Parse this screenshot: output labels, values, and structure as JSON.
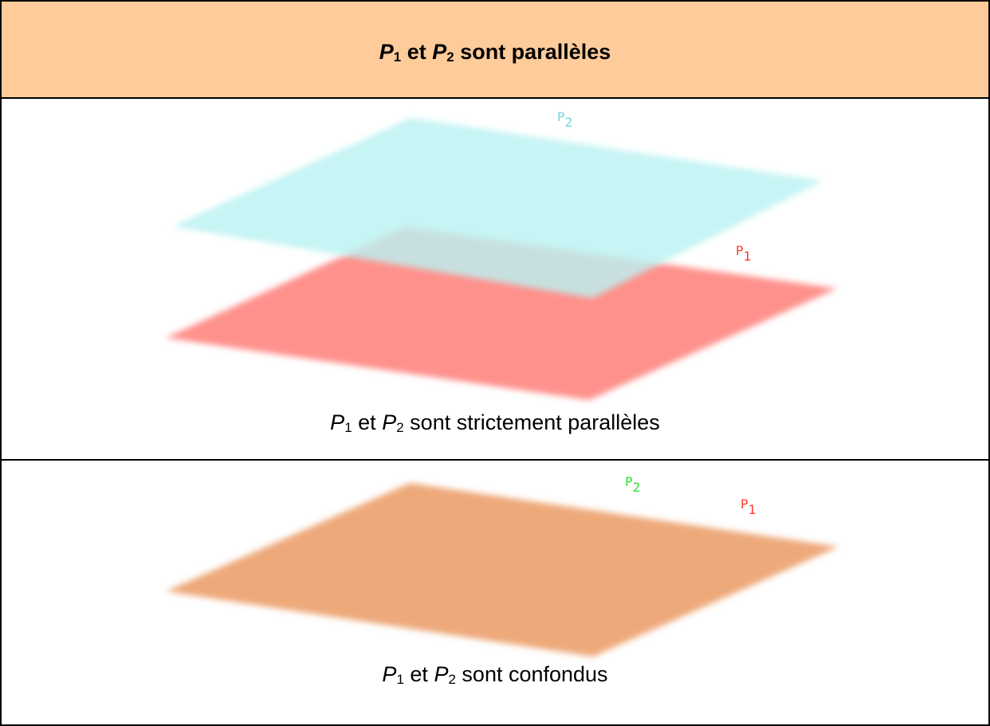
{
  "header": {
    "p1_letter": "P",
    "p1_sub": "1",
    "connector": " et ",
    "p2_letter": "P",
    "p2_sub": "2",
    "rest": " sont parallèles"
  },
  "strict_case": {
    "caption": {
      "p1_letter": "P",
      "p1_sub": "1",
      "connector": " et ",
      "p2_letter": "P",
      "p2_sub": "2",
      "rest": " sont strictement parallèles"
    },
    "label_p1": {
      "letter": "P",
      "sub": "1"
    },
    "label_p2": {
      "letter": "P",
      "sub": "2"
    }
  },
  "confondus_case": {
    "caption": {
      "p1_letter": "P",
      "p1_sub": "1",
      "connector": " et ",
      "p2_letter": "P",
      "p2_sub": "2",
      "rest": " sont confondus"
    },
    "label_p1": {
      "letter": "P",
      "sub": "1"
    },
    "label_p2": {
      "letter": "P",
      "sub": "2"
    }
  },
  "colors": {
    "header_bg": "#FECB9A",
    "plane_p1": "#FF918C",
    "plane_p2": "#BBF1F2",
    "plane_confondus": "#EEA97A",
    "label_p1": "#FF3B2E",
    "label_p2_strict": "#6FD8DD",
    "label_p2_confondus": "#2FE02F"
  }
}
